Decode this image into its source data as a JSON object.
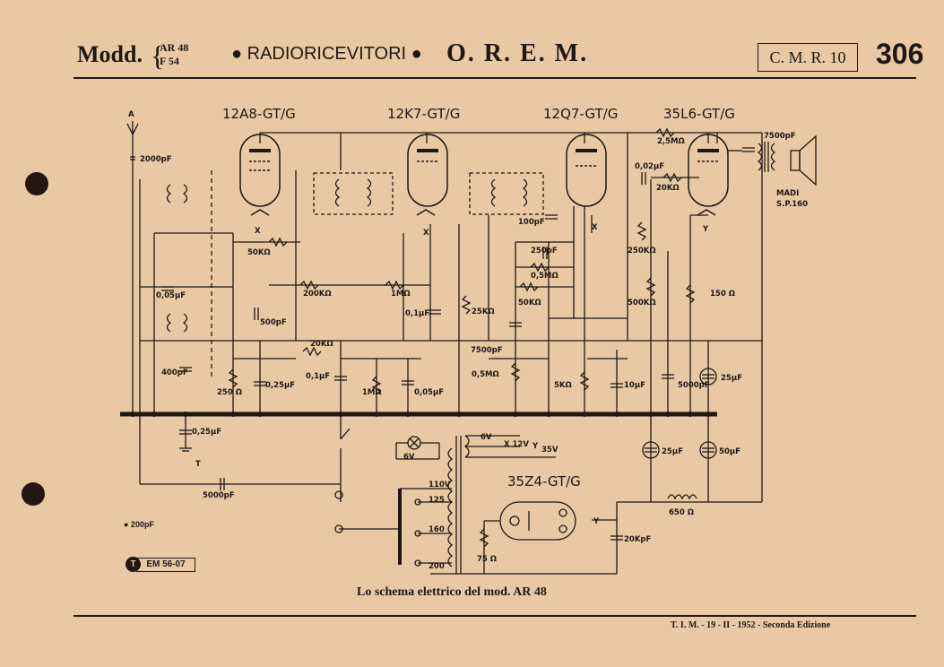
{
  "header": {
    "modd": "Modd.",
    "brace": "{",
    "model_1": "AR 48",
    "model_2": "F 54",
    "category": "● RADIORICEVITORI ●",
    "brand": "O. R. E. M.",
    "code": "C. M. R. 10",
    "page_number": "306"
  },
  "tubes": {
    "t1": "12A8-GT/G",
    "t2": "12K7-GT/G",
    "t3": "12Q7-GT/G",
    "t4": "35L6-GT/G",
    "t5": "35Z4-GT/G"
  },
  "labels": {
    "antenna": "A",
    "c_2000": "2000pF",
    "c_005": "0,05μF",
    "c_500pf": "500pF",
    "c_400pf": "400pF",
    "r_250": "250 Ω",
    "c_025": "0,25μF",
    "r_50k_1": "50KΩ",
    "r_200k": "200KΩ",
    "r_20k_1": "20KΩ",
    "r_1m_1": "1MΩ",
    "c_01_1": "0,1μF",
    "c_01_2": "0,1μF",
    "r_1m_2": "1MΩ",
    "c_005_2": "0,05μF",
    "r_25k": "25KΩ",
    "c_100pf": "100pF",
    "c_250pf": "250pF",
    "r_05m_1": "0,5MΩ",
    "r_50k_2": "50KΩ",
    "c_7500pf": "7500pF",
    "r_05m_2": "0,5MΩ",
    "r_5k": "5KΩ",
    "c_10": "10μF",
    "r_25m": "2,5MΩ",
    "c_002": "0,02μF",
    "r_20k_2": "20KΩ",
    "r_250k": "250KΩ",
    "r_500k": "500KΩ",
    "c_5000pf": "5000pF",
    "r_150": "150 Ω",
    "c_25_1": "25μF",
    "c_7500pf_out": "7500pF",
    "speaker": "MADI",
    "speaker_2": "S.P.160",
    "c_025_2": "0,25μF",
    "ground_t": "T",
    "c_5000pf_2": "5000pF",
    "v_6v": "6V",
    "v_6v_2": "6V",
    "v_x12v": "X 12V",
    "v_35v": "35V",
    "tap_110": "110V",
    "tap_125": "125",
    "tap_160": "160",
    "tap_200": "200",
    "r_75": "75 Ω",
    "c_20k": "20KpF",
    "c_25_2": "25μF",
    "c_50": "50μF",
    "r_650": "650 Ω",
    "x1": "X",
    "x2": "X",
    "x3": "X",
    "y1": "Y",
    "y2": "Y",
    "y3": "Y"
  },
  "notes": {
    "small": "● 200pF",
    "stamp_letter": "T",
    "stamp_code": "EM 56-07"
  },
  "caption": "Lo schema elettrico del mod. AR 48",
  "footer": "T. I. M. - 19 - II - 1952 - Seconda Edizione"
}
